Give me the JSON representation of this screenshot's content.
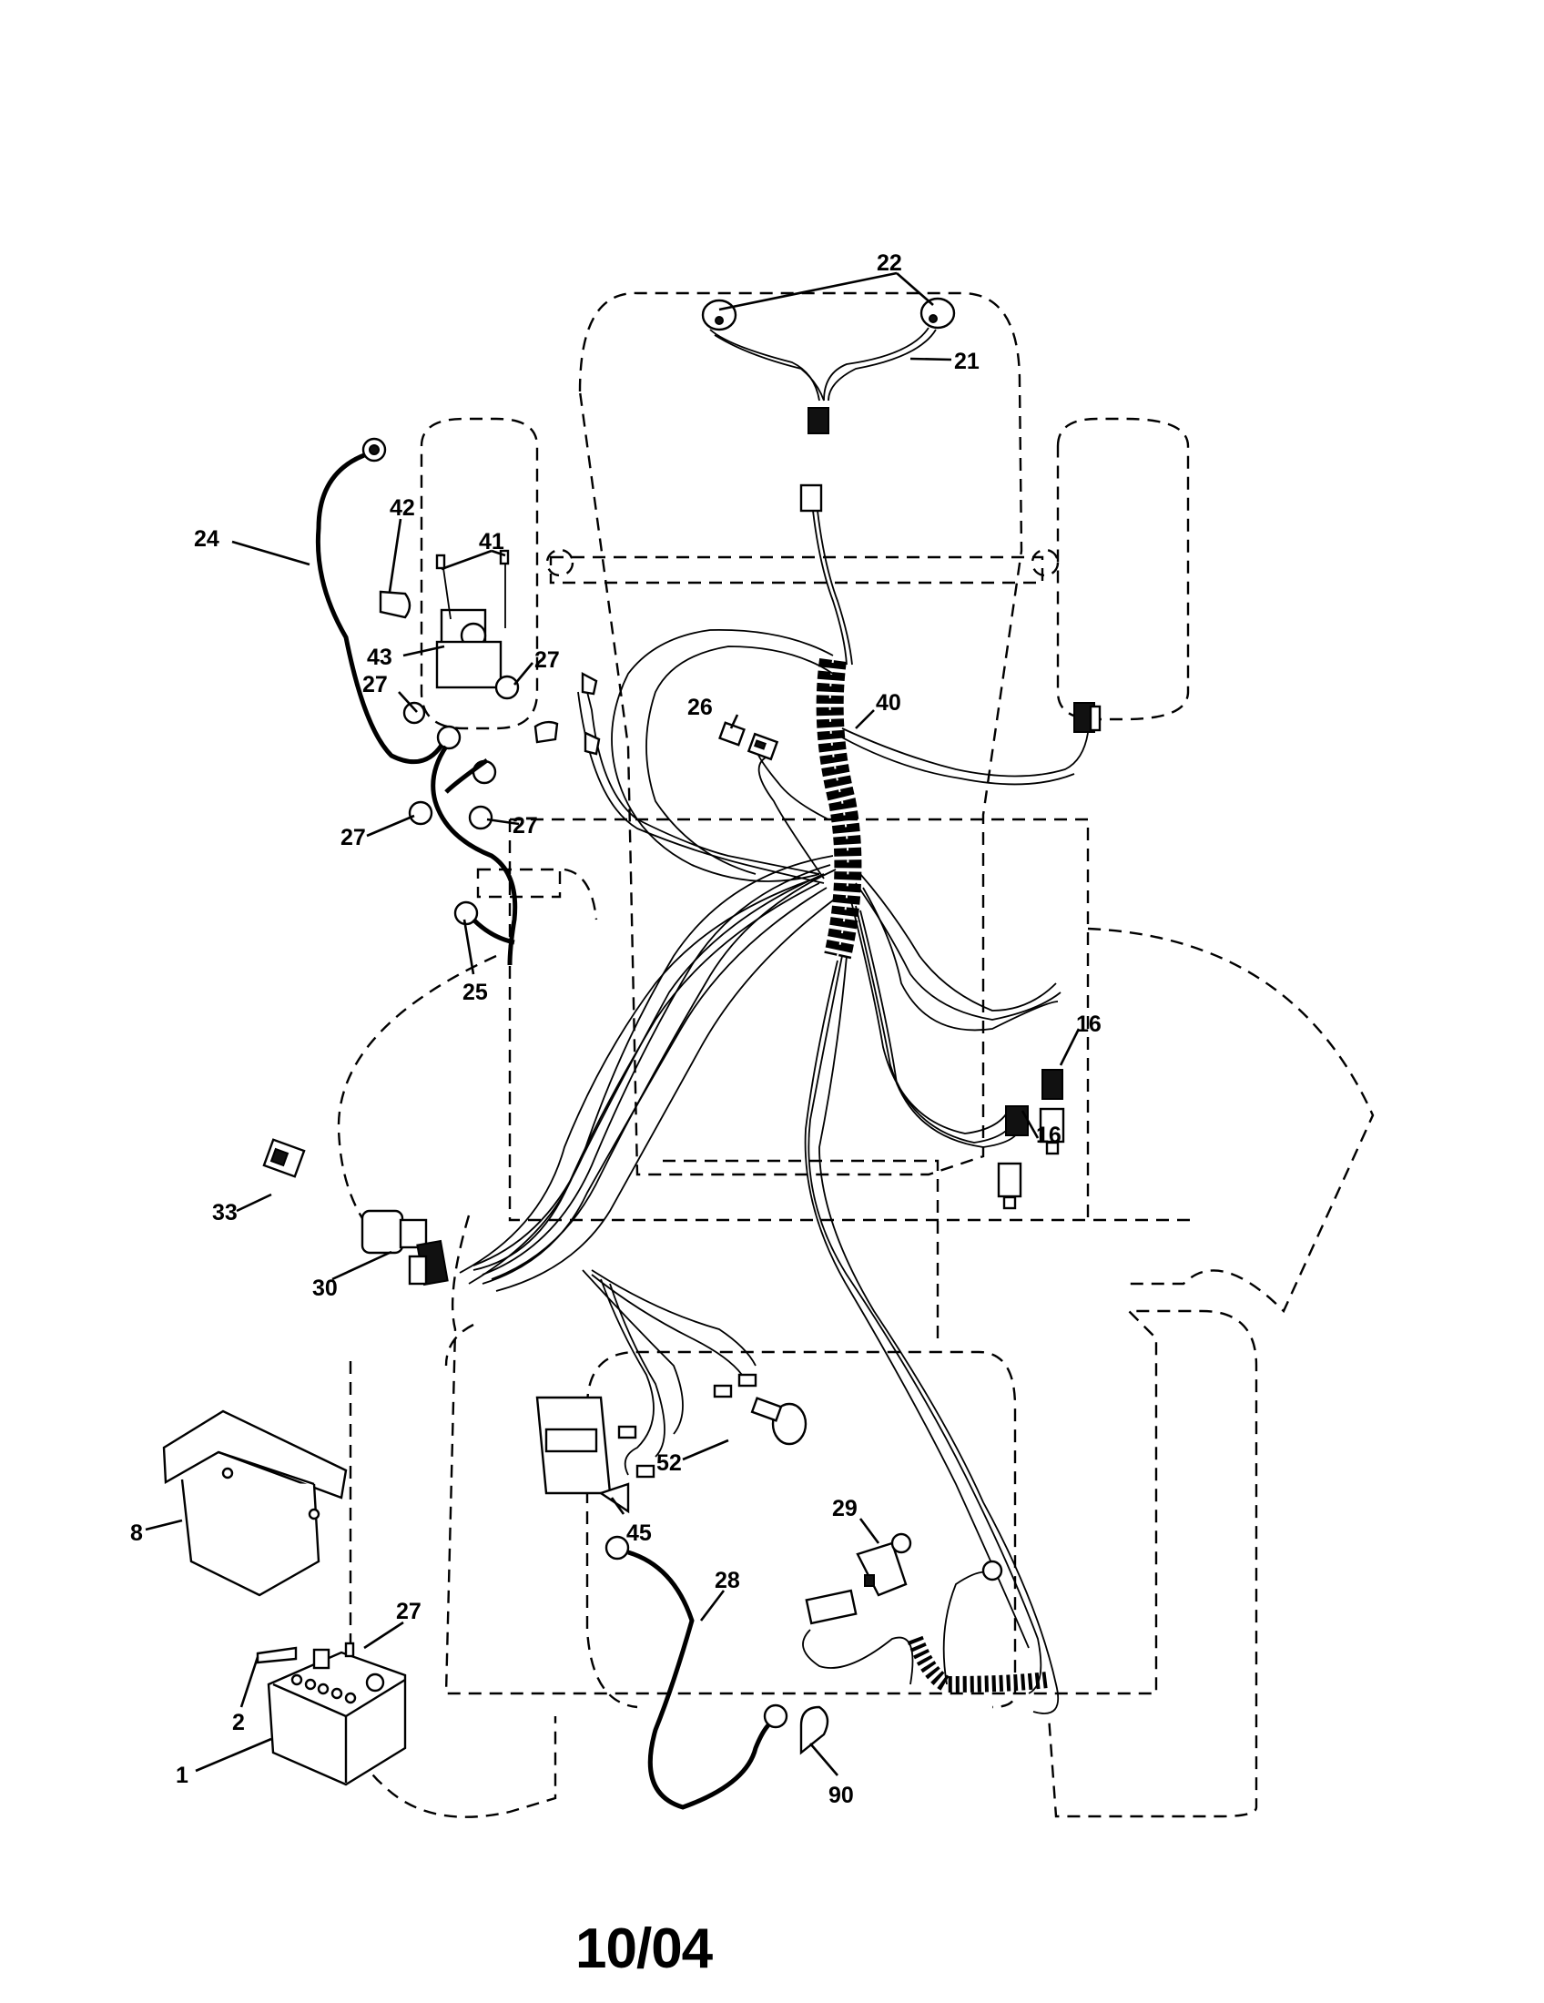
{
  "diagram": {
    "callouts": [
      {
        "id": "c22",
        "label": "22"
      },
      {
        "id": "c21",
        "label": "21"
      },
      {
        "id": "c24",
        "label": "24"
      },
      {
        "id": "c42",
        "label": "42"
      },
      {
        "id": "c41",
        "label": "41"
      },
      {
        "id": "c43",
        "label": "43"
      },
      {
        "id": "c27a",
        "label": "27"
      },
      {
        "id": "c27b",
        "label": "27"
      },
      {
        "id": "c27c",
        "label": "27"
      },
      {
        "id": "c27d",
        "label": "27"
      },
      {
        "id": "c26",
        "label": "26"
      },
      {
        "id": "c40",
        "label": "40"
      },
      {
        "id": "c25",
        "label": "25"
      },
      {
        "id": "c16a",
        "label": "16"
      },
      {
        "id": "c16b",
        "label": "16"
      },
      {
        "id": "c33",
        "label": "33"
      },
      {
        "id": "c30",
        "label": "30"
      },
      {
        "id": "c8",
        "label": "8"
      },
      {
        "id": "c52",
        "label": "52"
      },
      {
        "id": "c45",
        "label": "45"
      },
      {
        "id": "c29",
        "label": "29"
      },
      {
        "id": "c28",
        "label": "28"
      },
      {
        "id": "c27e",
        "label": "27"
      },
      {
        "id": "c2",
        "label": "2"
      },
      {
        "id": "c1",
        "label": "1"
      },
      {
        "id": "c90",
        "label": "90"
      }
    ]
  },
  "footer": {
    "date": "10/04"
  }
}
